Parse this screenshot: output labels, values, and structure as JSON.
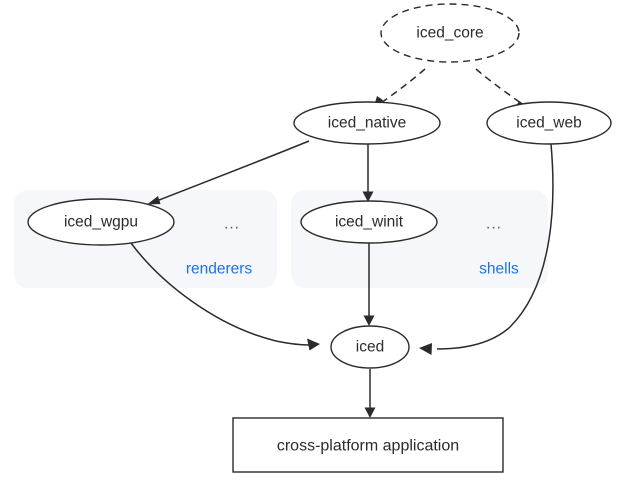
{
  "diagram": {
    "type": "directed-graph",
    "title": "",
    "background_color": "#ffffff",
    "node_stroke_color": "#2b2b2b",
    "node_fill_color": "#ffffff",
    "cluster_fill_color": "#f5f7fa",
    "cluster_label_color": "#1a73e8",
    "text_color": "#2b2b2b",
    "nodes": {
      "iced_core": {
        "label": "iced_core",
        "shape": "ellipse",
        "style": "dashed"
      },
      "iced_native": {
        "label": "iced_native",
        "shape": "ellipse",
        "style": "solid"
      },
      "iced_web": {
        "label": "iced_web",
        "shape": "ellipse",
        "style": "solid"
      },
      "iced_wgpu": {
        "label": "iced_wgpu",
        "shape": "ellipse",
        "style": "solid"
      },
      "renderers_more": {
        "label": "...",
        "shape": "none",
        "style": "plain"
      },
      "iced_winit": {
        "label": "iced_winit",
        "shape": "ellipse",
        "style": "solid"
      },
      "shells_more": {
        "label": "...",
        "shape": "none",
        "style": "plain"
      },
      "iced": {
        "label": "iced",
        "shape": "ellipse",
        "style": "solid"
      },
      "application": {
        "label": "cross-platform application",
        "shape": "rectangle",
        "style": "solid"
      }
    },
    "clusters": {
      "renderers": {
        "label": "renderers"
      },
      "shells": {
        "label": "shells"
      }
    },
    "edges": [
      {
        "from": "iced_core",
        "to": "iced_native",
        "style": "dashed"
      },
      {
        "from": "iced_core",
        "to": "iced_web",
        "style": "dashed"
      },
      {
        "from": "iced_native",
        "to": "iced_wgpu",
        "style": "solid"
      },
      {
        "from": "iced_native",
        "to": "iced_winit",
        "style": "solid"
      },
      {
        "from": "iced_wgpu",
        "to": "iced",
        "style": "solid"
      },
      {
        "from": "iced_winit",
        "to": "iced",
        "style": "solid"
      },
      {
        "from": "iced_web",
        "to": "iced",
        "style": "solid"
      },
      {
        "from": "iced",
        "to": "application",
        "style": "solid"
      }
    ]
  }
}
